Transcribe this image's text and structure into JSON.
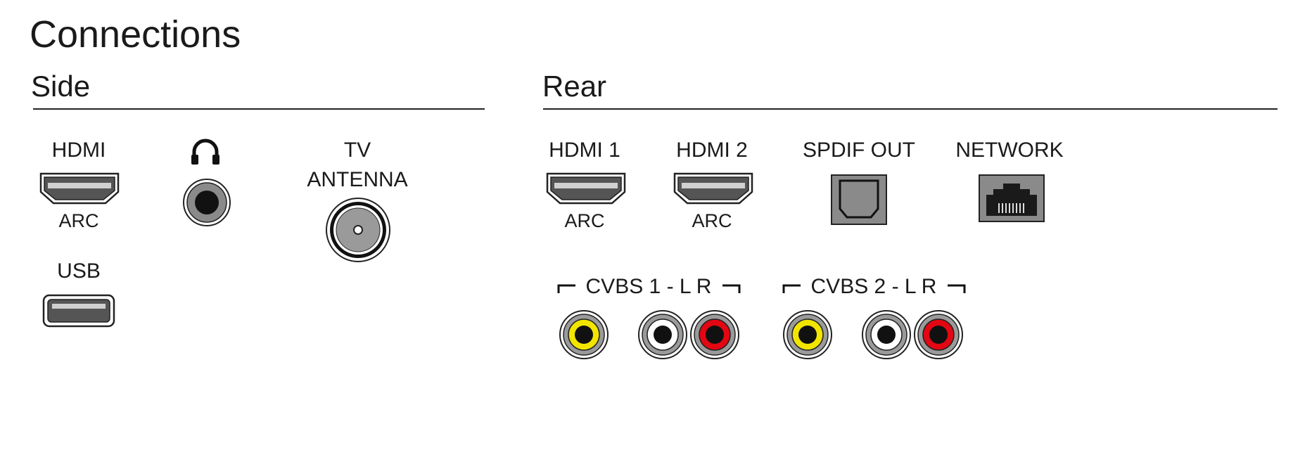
{
  "title": "Connections",
  "side": {
    "heading": "Side",
    "hdmi": {
      "label": "HDMI",
      "sublabel": "ARC",
      "icon": "hdmi-port-icon"
    },
    "headphone": {
      "icon": "headphones-icon"
    },
    "antenna": {
      "label_line1": "TV",
      "label_line2": "ANTENNA",
      "icon": "coax-port-icon"
    },
    "usb": {
      "label": "USB",
      "icon": "usb-port-icon"
    }
  },
  "rear": {
    "heading": "Rear",
    "hdmi1": {
      "label": "HDMI 1",
      "sublabel": "ARC"
    },
    "hdmi2": {
      "label": "HDMI 2",
      "sublabel": "ARC"
    },
    "spdif": {
      "label": "SPDIF OUT",
      "icon": "optical-port-icon"
    },
    "network": {
      "label": "NETWORK",
      "icon": "ethernet-port-icon"
    },
    "cvbs1": {
      "label": "CVBS 1 - L R"
    },
    "cvbs2": {
      "label": "CVBS 2 - L R"
    }
  },
  "colors": {
    "video": "#f2e600",
    "audio_left": "#ffffff",
    "audio_right": "#e30613",
    "port_grey": "#8a8a8a"
  }
}
